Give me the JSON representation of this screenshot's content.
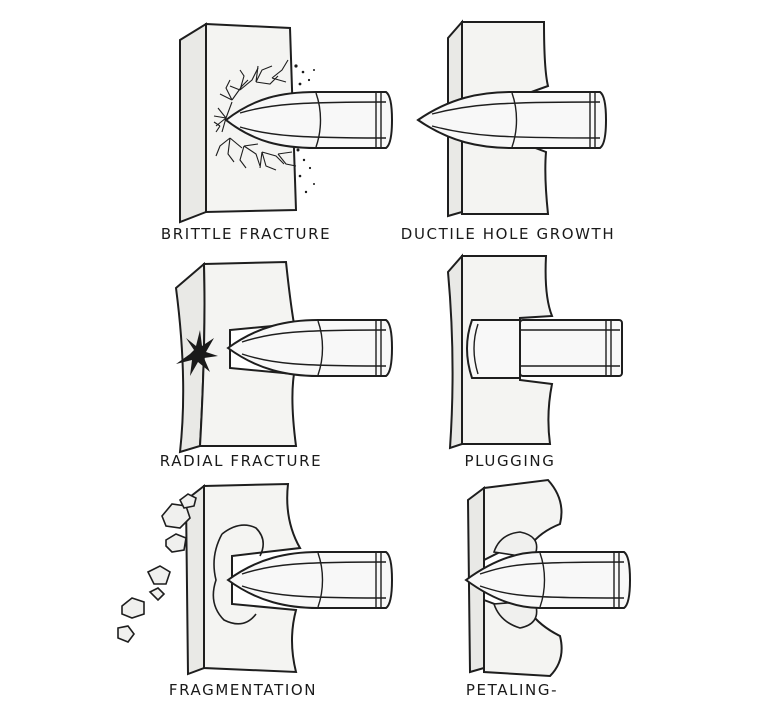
{
  "panels": [
    {
      "id": "brittle",
      "label": "BRITTLE FRACTURE"
    },
    {
      "id": "ductile",
      "label": "DUCTILE HOLE GROWTH"
    },
    {
      "id": "radial",
      "label": "RADIAL FRACTURE"
    },
    {
      "id": "plugging",
      "label": "PLUGGING"
    },
    {
      "id": "fragmentation",
      "label": "FRAGMENTATION"
    },
    {
      "id": "petaling",
      "label": "PETALING-"
    }
  ]
}
